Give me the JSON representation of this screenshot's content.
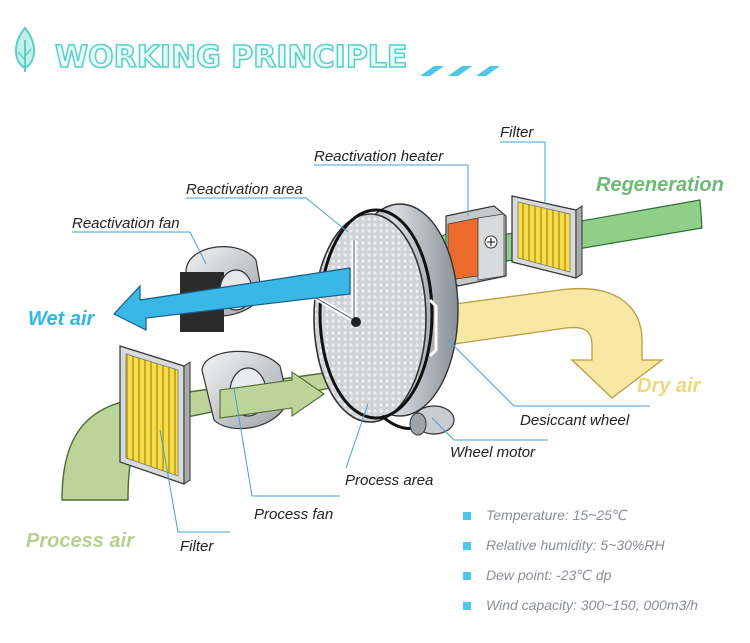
{
  "header": {
    "title": "WORKING PRINCIPLE"
  },
  "labels": {
    "filter_top": "Filter",
    "reactivation_heater": "Reactivation heater",
    "reactivation_area": "Reactivation area",
    "reactivation_fan": "Reactivation fan",
    "regeneration": "Regeneration",
    "wet_air": "Wet air",
    "dry_air": "Dry air",
    "desiccant_wheel": "Desiccant wheel",
    "wheel_motor": "Wheel motor",
    "process_area": "Process area",
    "process_fan": "Process fan",
    "process_air": "Process air",
    "filter_bottom": "Filter"
  },
  "specs": [
    {
      "text": "Temperature: 15~25℃"
    },
    {
      "text": "Relative humidity: 5~30%RH"
    },
    {
      "text": "Dew point: -23℃ dp"
    },
    {
      "text": "Wind capacity: 300~150, 000m3/h"
    }
  ],
  "colors": {
    "accent": "#4dc6e8",
    "process_air": "#b5cc8e",
    "regeneration": "#7dbf83",
    "wet_air": "#2eb8e6",
    "dry_air": "#f6e49a",
    "filter_yellow": "#f0d23c",
    "heater_orange": "#ec6b2c"
  }
}
